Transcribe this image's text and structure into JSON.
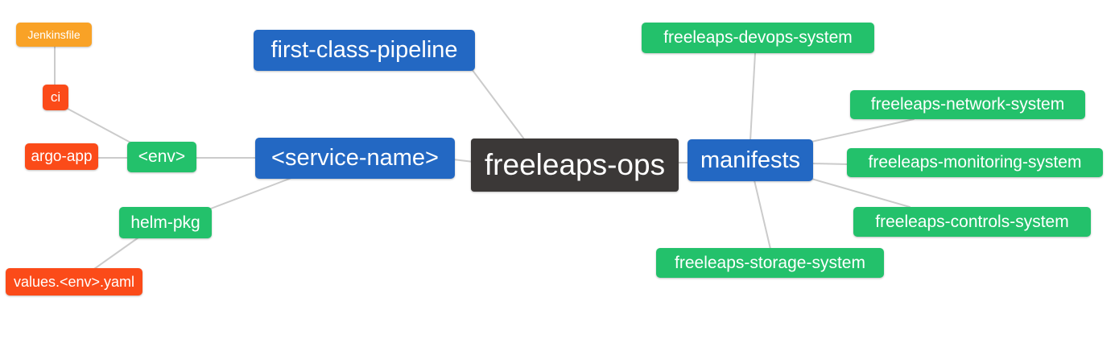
{
  "diagram": {
    "type": "mindmap",
    "root_label": "freeleaps-ops",
    "colors": {
      "root": "#3b3837",
      "branch_blue": "#2368c3",
      "leaf_green": "#23c16b",
      "leaf_red": "#fb4b19",
      "leaf_orange": "#f9a226",
      "edge_gray": "#cbcbcb",
      "text": "#ffffff",
      "background": "#ffffff"
    },
    "nodes": {
      "jenkinsfile": {
        "label": "Jenkinsfile",
        "color": "orange"
      },
      "ci": {
        "label": "ci",
        "color": "red"
      },
      "argo_app": {
        "label": "argo-app",
        "color": "red"
      },
      "env": {
        "label": "<env>",
        "color": "green"
      },
      "helm_pkg": {
        "label": "helm-pkg",
        "color": "green"
      },
      "values_env_yaml": {
        "label": "values.<env>.yaml",
        "color": "red"
      },
      "first_class_pipeline": {
        "label": "first-class-pipeline",
        "color": "blue"
      },
      "service_name": {
        "label": "<service-name>",
        "color": "blue"
      },
      "freeleaps_ops": {
        "label": "freeleaps-ops",
        "color": "dark"
      },
      "manifests": {
        "label": "manifests",
        "color": "blue"
      },
      "devops_system": {
        "label": "freeleaps-devops-system",
        "color": "green"
      },
      "network_system": {
        "label": "freeleaps-network-system",
        "color": "green"
      },
      "monitoring_system": {
        "label": "freeleaps-monitoring-system",
        "color": "green"
      },
      "controls_system": {
        "label": "freeleaps-controls-system",
        "color": "green"
      },
      "storage_system": {
        "label": "freeleaps-storage-system",
        "color": "green"
      }
    },
    "edges": [
      [
        "Jenkinsfile",
        "ci"
      ],
      [
        "ci",
        "<env>"
      ],
      [
        "argo-app",
        "<env>"
      ],
      [
        "<env>",
        "<service-name>"
      ],
      [
        "helm-pkg",
        "<service-name>"
      ],
      [
        "values.<env>.yaml",
        "helm-pkg"
      ],
      [
        "<service-name>",
        "freeleaps-ops"
      ],
      [
        "first-class-pipeline",
        "freeleaps-ops"
      ],
      [
        "freeleaps-ops",
        "manifests"
      ],
      [
        "manifests",
        "freeleaps-devops-system"
      ],
      [
        "manifests",
        "freeleaps-network-system"
      ],
      [
        "manifests",
        "freeleaps-monitoring-system"
      ],
      [
        "manifests",
        "freeleaps-controls-system"
      ],
      [
        "manifests",
        "freeleaps-storage-system"
      ]
    ]
  }
}
